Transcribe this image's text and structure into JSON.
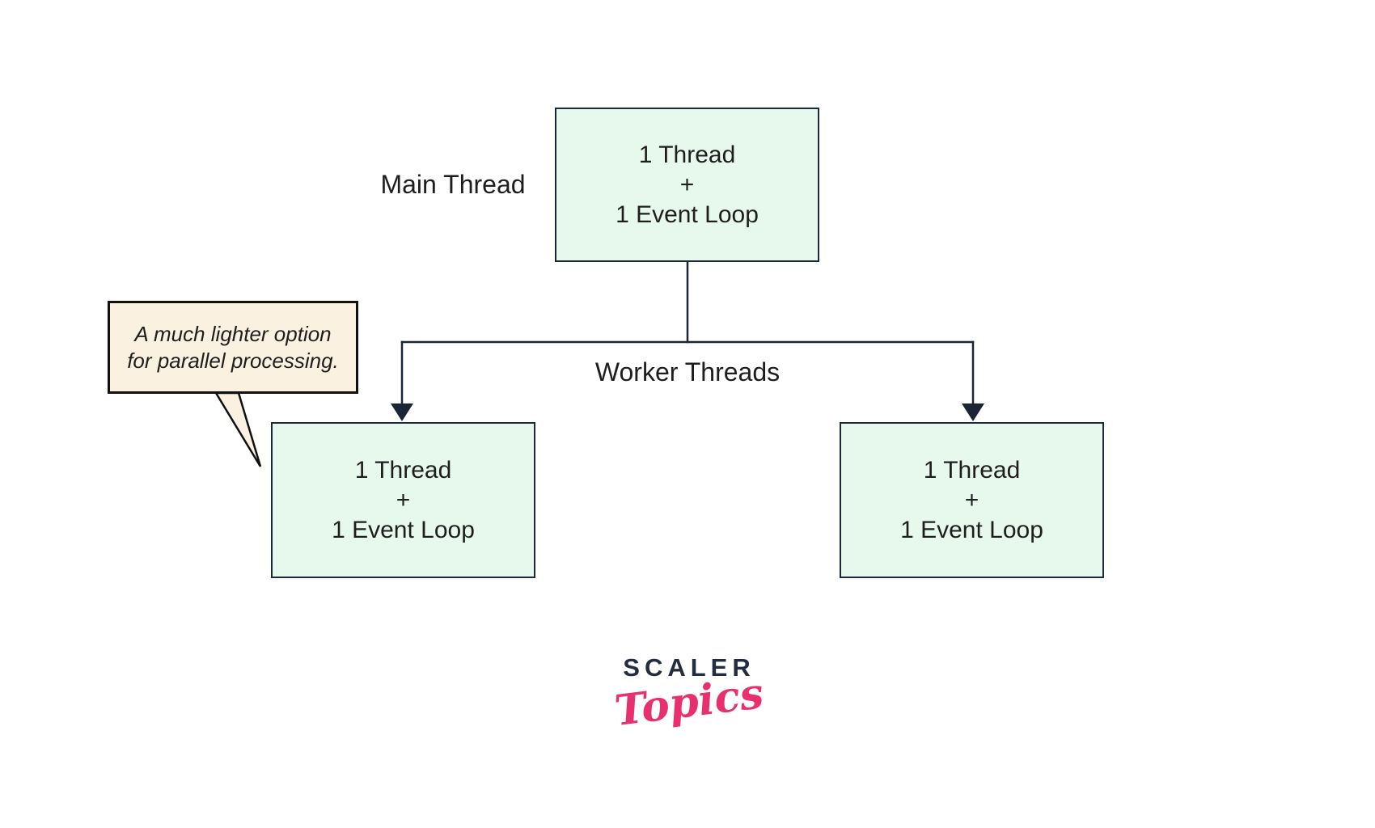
{
  "diagram": {
    "main_thread_label": "Main Thread",
    "worker_threads_label": "Worker Threads",
    "main_box": {
      "lines": [
        "1 Thread",
        "+",
        "1 Event Loop"
      ]
    },
    "left_worker_box": {
      "lines": [
        "1 Thread",
        "+",
        "1 Event Loop"
      ]
    },
    "right_worker_box": {
      "lines": [
        "1 Thread",
        "+",
        "1 Event Loop"
      ]
    },
    "callout_text": "A much lighter option for parallel processing."
  },
  "logo": {
    "brand": "SCALER",
    "sub": "Topics"
  },
  "colors": {
    "box-fill": "#e7f8ec",
    "box-border": "#1b2a3b",
    "line": "#1b2535",
    "callout-fill": "#fbf1e1",
    "callout-border": "#101010",
    "text": "#1e1e1e",
    "navy": "#242c40",
    "pink": "#e8306e"
  }
}
